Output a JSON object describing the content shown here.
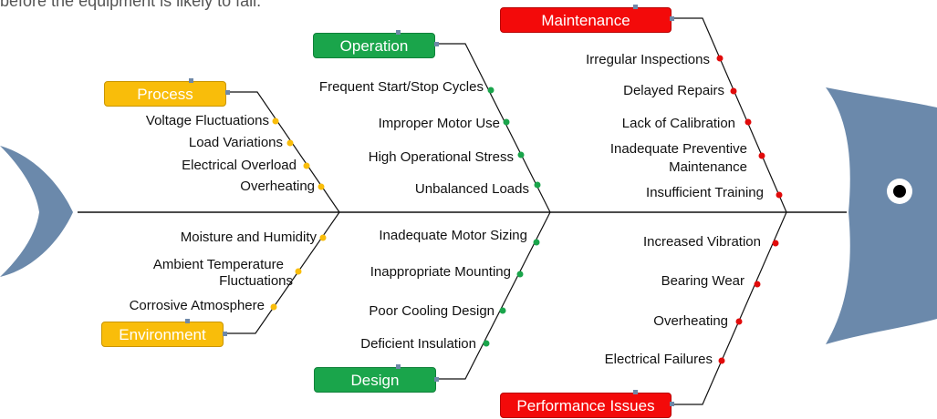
{
  "intro_text": "before the equipment is likely to fail.",
  "categories": {
    "process": "Process",
    "environment": "Environment",
    "operation": "Operation",
    "design": "Design",
    "maintenance": "Maintenance",
    "performance": "Performance Issues"
  },
  "causes": {
    "process": [
      "Voltage Fluctuations",
      "Load Variations",
      "Electrical Overload",
      "Overheating"
    ],
    "environment": [
      "Moisture and Humidity",
      "Ambient Temperature",
      "Fluctuations",
      "Corrosive Atmosphere"
    ],
    "operation": [
      "Frequent Start/Stop Cycles",
      "Improper Motor Use",
      "High Operational Stress",
      "Unbalanced Loads"
    ],
    "design": [
      "Inadequate Motor Sizing",
      "Inappropriate Mounting",
      "Poor Cooling Design",
      "Deficient Insulation"
    ],
    "maintenance": [
      "Irregular Inspections",
      "Delayed Repairs",
      "Lack of Calibration",
      "Inadequate Preventive",
      "Maintenance",
      "Insufficient Training"
    ],
    "performance": [
      "Increased Vibration",
      "Bearing Wear",
      "Overheating",
      "Electrical Failures"
    ]
  },
  "colors": {
    "amber": "#f9bd0a",
    "green": "#1aa54b",
    "red": "#f30a0a",
    "fish": "#6b89ab",
    "line": "#111111"
  }
}
